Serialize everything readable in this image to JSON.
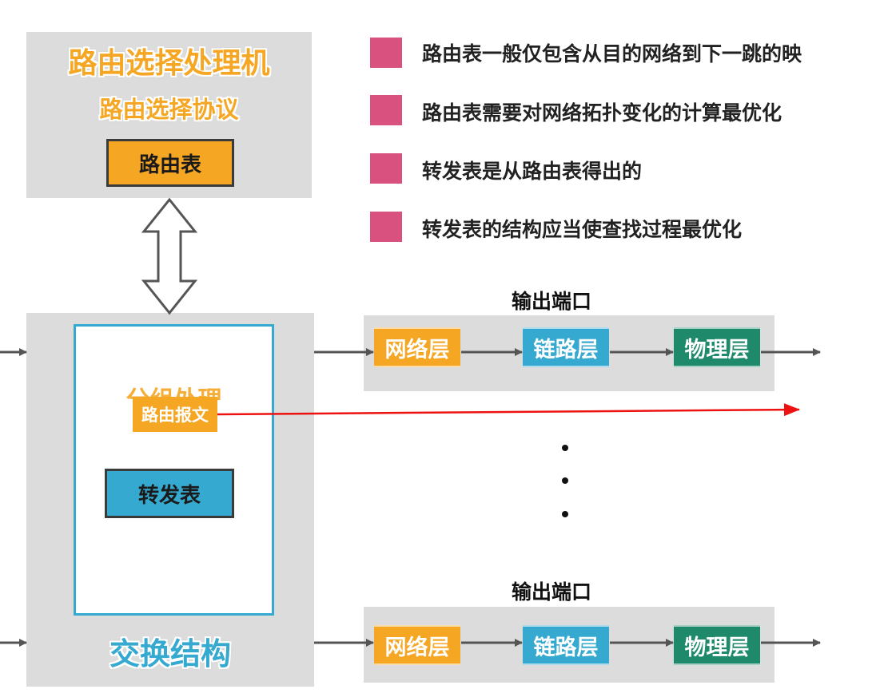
{
  "routing_processor": {
    "title": "路由选择处理机",
    "protocol": "路由选择协议",
    "routing_table": "路由表"
  },
  "switch_fabric": {
    "label": "交换结构",
    "packet_processing": "分组处理",
    "routing_message": "路由报文",
    "forwarding_table": "转发表"
  },
  "bullets": [
    "路由表一般仅包含从目的网络到下一跳的映",
    "路由表需要对网络拓扑变化的计算最优化",
    "转发表是从路由表得出的",
    "转发表的结构应当使查找过程最优化"
  ],
  "output_ports": [
    {
      "label": "输出端口",
      "layers": [
        "网络层",
        "链路层",
        "物理层"
      ]
    },
    {
      "label": "输出端口",
      "layers": [
        "网络层",
        "链路层",
        "物理层"
      ]
    }
  ],
  "colors": {
    "accent_orange": "#f5a623",
    "blue": "#35a9cf",
    "green": "#1f8a6b",
    "bullet_pink": "#d9527f",
    "arrow_red": "#ee1111"
  }
}
